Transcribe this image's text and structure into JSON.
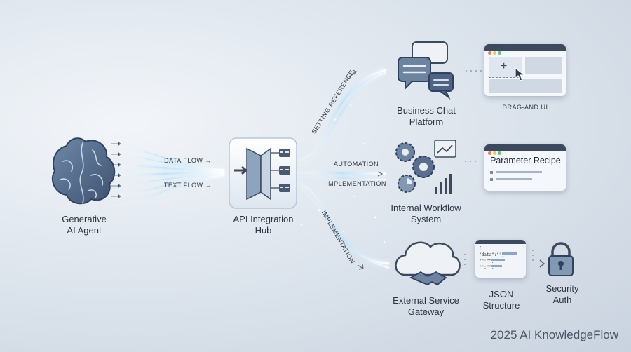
{
  "nodes": {
    "agent": {
      "label": "Generative\nAI Agent"
    },
    "hub": {
      "label": "API Integration\nHub"
    },
    "chat": {
      "label": "Business Chat\nPlatform"
    },
    "workflow": {
      "label": "Internal Workflow\nSystem"
    },
    "gateway": {
      "label": "External Service\nGateway"
    },
    "json": {
      "label": "JSON\nStructure"
    },
    "security": {
      "label": "Security\nAuth"
    }
  },
  "flows": {
    "data_flow": "DATA FLOW →",
    "text_flow": "TEXT FLOW →",
    "setting_reference": "SETTING REFERENCE",
    "automation": "AUTOMATION",
    "implementation_mid": "IMPLEMENTATION",
    "implementation_low": "IMPLEMENTATION"
  },
  "cards": {
    "drag_ui": "DRAG-AND UI",
    "parameter_recipe": "Parameter Recipe"
  },
  "json_snippet": {
    "line1": "{",
    "line2": "\"data\":\"\",",
    "line3": "\"\":\"\",",
    "line4": "\"\":\"\","
  },
  "footer": "2025 AI KnowledgeFlow",
  "colors": {
    "accent": "#3d4a5e",
    "flow": "#a8d4f0",
    "window_dot_red": "#e87a6e",
    "window_dot_yellow": "#f0c45a",
    "window_dot_green": "#6cc07a"
  }
}
